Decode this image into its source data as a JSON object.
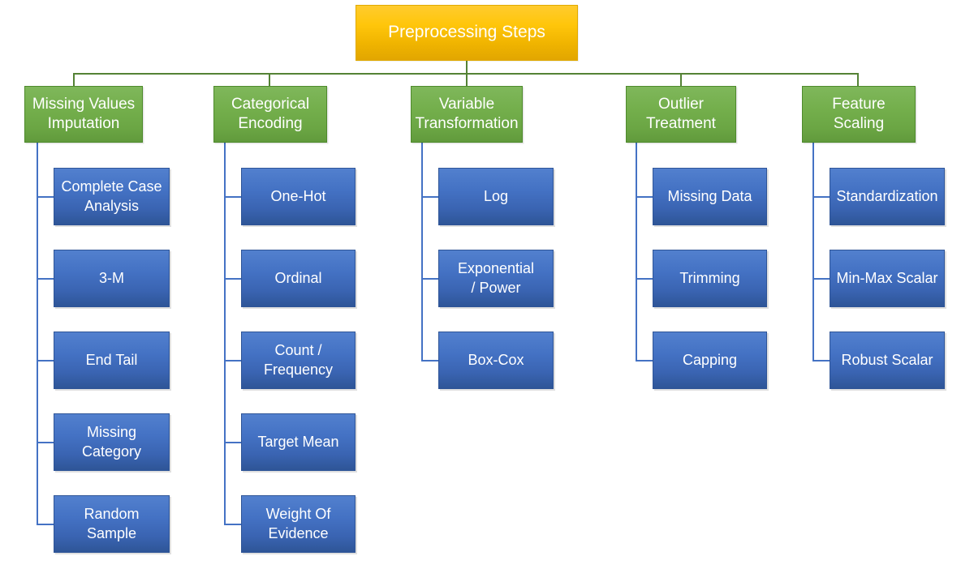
{
  "diagram": {
    "title": "Preprocessing Steps",
    "colors": {
      "root_fill": "#FFC60B",
      "root_border": "#E0A900",
      "category_fill": "#70AD47",
      "category_border": "#4E8A2C",
      "leaf_fill": "#4472C4",
      "leaf_border": "#2F5597",
      "green_connector": "#548235",
      "blue_connector": "#4472C4",
      "background": "#FFFFFF",
      "text": "#FFFFFF"
    },
    "root": {
      "label": "Preprocessing Steps"
    },
    "categories": [
      {
        "label": "Missing Values\nImputation",
        "children": [
          {
            "label": "Complete Case\nAnalysis"
          },
          {
            "label": "3-M"
          },
          {
            "label": "End Tail"
          },
          {
            "label": "Missing\nCategory"
          },
          {
            "label": "Random\nSample"
          }
        ]
      },
      {
        "label": "Categorical\nEncoding",
        "children": [
          {
            "label": "One-Hot"
          },
          {
            "label": "Ordinal"
          },
          {
            "label": "Count /\nFrequency"
          },
          {
            "label": "Target Mean"
          },
          {
            "label": "Weight Of\nEvidence"
          }
        ]
      },
      {
        "label": "Variable\nTransformation",
        "children": [
          {
            "label": "Log"
          },
          {
            "label": "Exponential\n/ Power"
          },
          {
            "label": "Box-Cox"
          }
        ]
      },
      {
        "label": "Outlier\nTreatment",
        "children": [
          {
            "label": "Missing Data"
          },
          {
            "label": "Trimming"
          },
          {
            "label": "Capping"
          }
        ]
      },
      {
        "label": "Feature\nScaling",
        "children": [
          {
            "label": "Standardization"
          },
          {
            "label": "Min-Max Scalar"
          },
          {
            "label": "Robust Scalar"
          }
        ]
      }
    ]
  }
}
